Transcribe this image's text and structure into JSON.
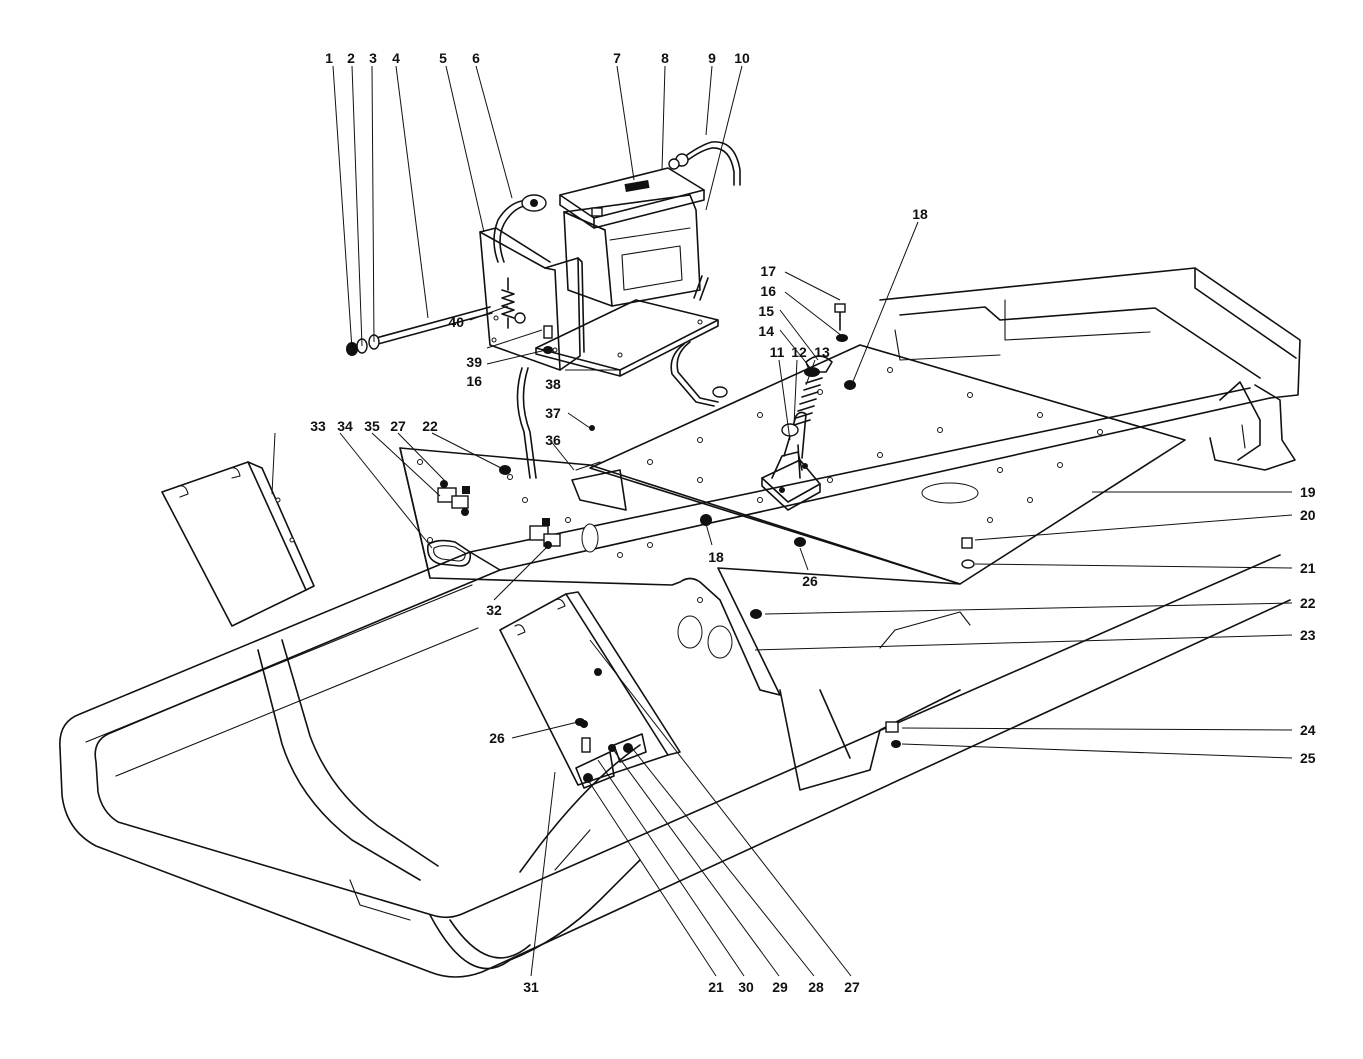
{
  "callouts": [
    {
      "id": "c1",
      "label": "1"
    },
    {
      "id": "c2",
      "label": "2"
    },
    {
      "id": "c3",
      "label": "3"
    },
    {
      "id": "c4",
      "label": "4"
    },
    {
      "id": "c5",
      "label": "5"
    },
    {
      "id": "c6",
      "label": "6"
    },
    {
      "id": "c7",
      "label": "7"
    },
    {
      "id": "c8",
      "label": "8"
    },
    {
      "id": "c9",
      "label": "9"
    },
    {
      "id": "c10",
      "label": "10"
    },
    {
      "id": "c11",
      "label": "11"
    },
    {
      "id": "c12",
      "label": "12"
    },
    {
      "id": "c13",
      "label": "13"
    },
    {
      "id": "c14",
      "label": "14"
    },
    {
      "id": "c15",
      "label": "15"
    },
    {
      "id": "c16a",
      "label": "16"
    },
    {
      "id": "c16b",
      "label": "16"
    },
    {
      "id": "c17",
      "label": "17"
    },
    {
      "id": "c18a",
      "label": "18"
    },
    {
      "id": "c18b",
      "label": "18"
    },
    {
      "id": "c19",
      "label": "19"
    },
    {
      "id": "c20",
      "label": "20"
    },
    {
      "id": "c21a",
      "label": "21"
    },
    {
      "id": "c21b",
      "label": "21"
    },
    {
      "id": "c22a",
      "label": "22"
    },
    {
      "id": "c22b",
      "label": "22"
    },
    {
      "id": "c23",
      "label": "23"
    },
    {
      "id": "c24",
      "label": "24"
    },
    {
      "id": "c25",
      "label": "25"
    },
    {
      "id": "c26a",
      "label": "26"
    },
    {
      "id": "c26b",
      "label": "26"
    },
    {
      "id": "c27a",
      "label": "27"
    },
    {
      "id": "c27b",
      "label": "27"
    },
    {
      "id": "c28",
      "label": "28"
    },
    {
      "id": "c29",
      "label": "29"
    },
    {
      "id": "c30",
      "label": "30"
    },
    {
      "id": "c31",
      "label": "31"
    },
    {
      "id": "c32",
      "label": "32"
    },
    {
      "id": "c33",
      "label": "33"
    },
    {
      "id": "c34",
      "label": "34"
    },
    {
      "id": "c35",
      "label": "35"
    },
    {
      "id": "c36",
      "label": "36"
    },
    {
      "id": "c37",
      "label": "37"
    },
    {
      "id": "c38",
      "label": "38"
    },
    {
      "id": "c39",
      "label": "39"
    },
    {
      "id": "c40",
      "label": "40"
    }
  ]
}
